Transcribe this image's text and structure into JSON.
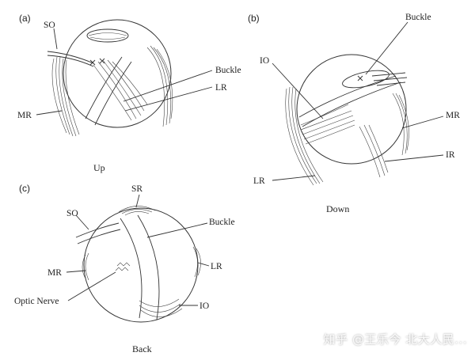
{
  "panels": [
    {
      "id": "a",
      "tag": "(a)",
      "caption": "Up",
      "labels": {
        "so": "SO",
        "buckle": "Buckle",
        "lr": "LR",
        "mr": "MR"
      }
    },
    {
      "id": "b",
      "tag": "(b)",
      "caption": "Down",
      "labels": {
        "buckle": "Buckle",
        "io": "IO",
        "mr": "MR",
        "ir": "IR",
        "lr": "LR"
      }
    },
    {
      "id": "c",
      "tag": "(c)",
      "caption": "Back",
      "labels": {
        "sr": "SR",
        "so": "SO",
        "buckle": "Buckle",
        "mr": "MR",
        "lr": "LR",
        "optic_nerve": "Optic Nerve",
        "io": "IO"
      }
    }
  ],
  "watermark": "知乎 @王乐今 北大人民..."
}
